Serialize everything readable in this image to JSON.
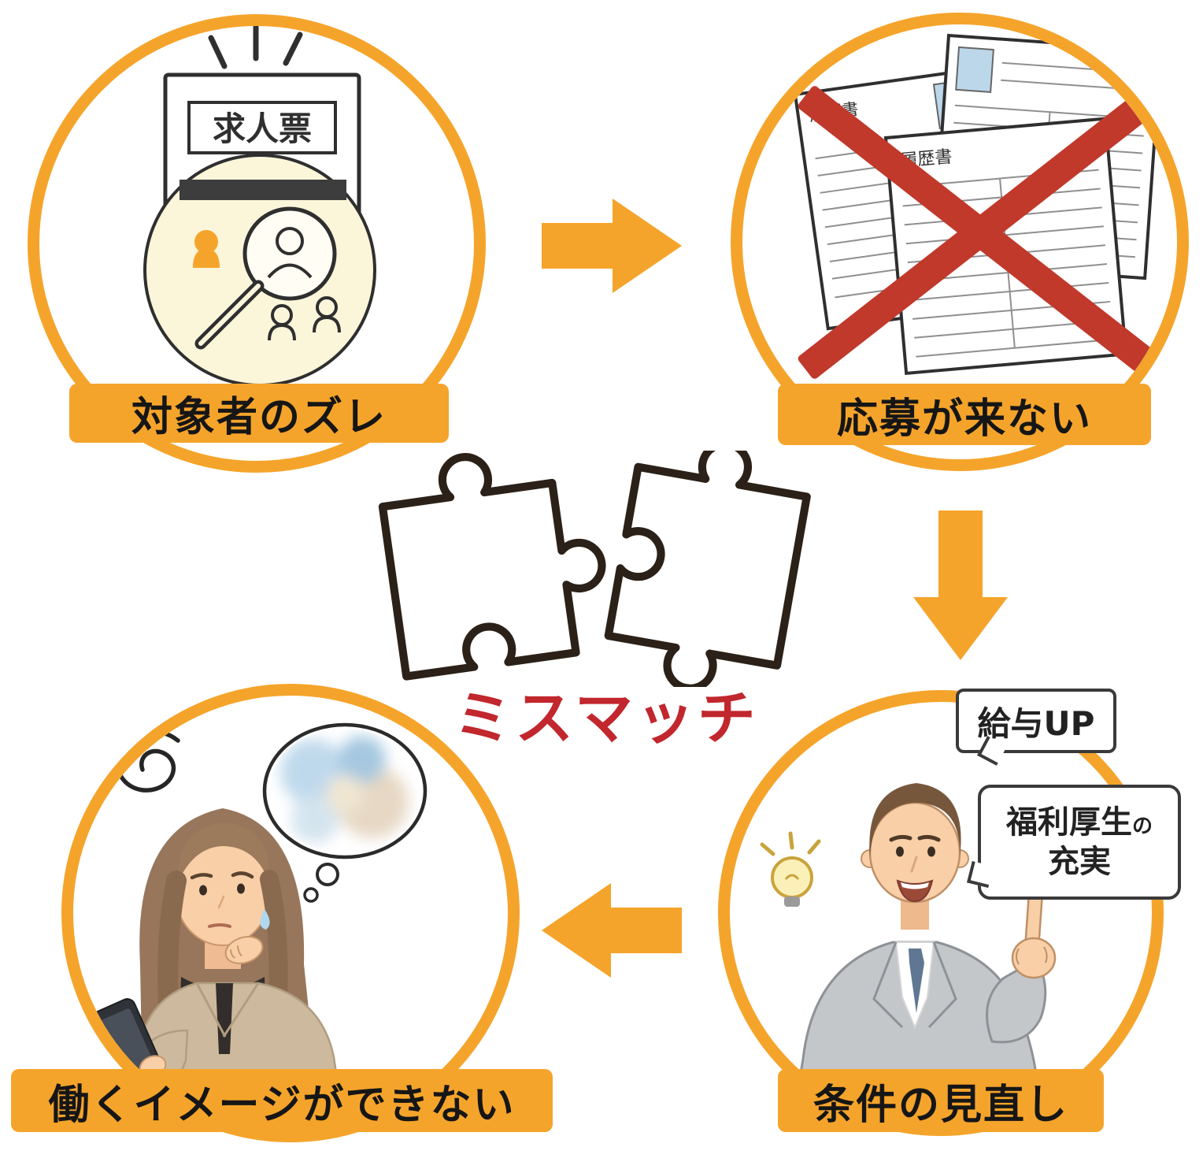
{
  "colors": {
    "orange": "#F5A42B",
    "red": "#C1272D",
    "cross": "#C0392B",
    "ink": "#2B2B2B"
  },
  "center": {
    "mismatch_label": "ミスマッチ"
  },
  "steps": {
    "target_gap": {
      "label": "対象者のズレ"
    },
    "no_applicants": {
      "label": "応募が来ない"
    },
    "review_conditions": {
      "label": "条件の見直し"
    },
    "cannot_imagine": {
      "label": "働くイメージができない"
    }
  },
  "job_posting": {
    "title": "求人票"
  },
  "resume": {
    "title": "履歴書"
  },
  "speech_bubbles": {
    "salary": "給与UP",
    "benefits_main": "福利厚生",
    "benefits_particle": "の",
    "benefits_second_line": "充実"
  },
  "icons": {
    "magnifier": "candidate-search-magnifier",
    "cross": "rejection-cross",
    "lightbulb": "idea-lightbulb",
    "puzzle": "mismatch-puzzle-pieces",
    "arrow": "flow-arrow"
  }
}
